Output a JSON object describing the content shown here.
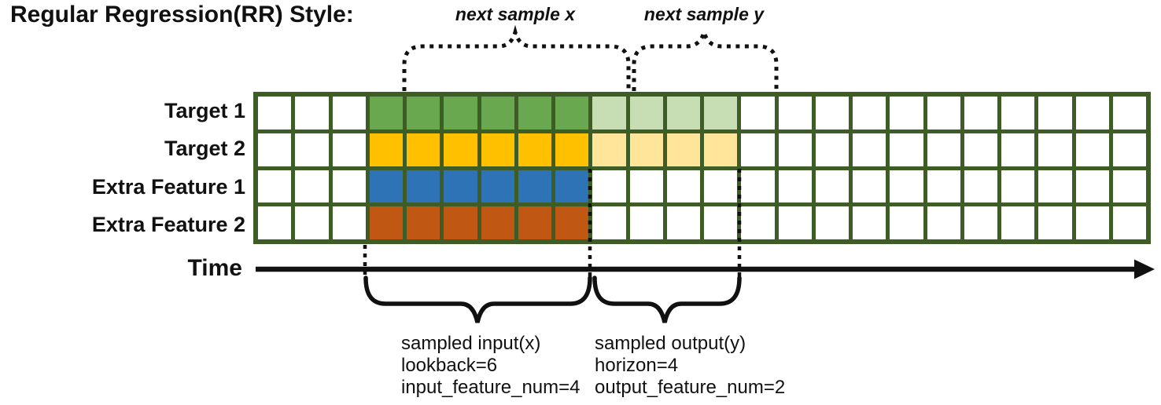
{
  "title": "Regular Regression(RR) Style:",
  "rows": [
    {
      "label": "Target 1",
      "color": "#6aa84f",
      "light_color": "#c7deb5"
    },
    {
      "label": "Target 2",
      "color": "#ffc000",
      "light_color": "#ffe59a"
    },
    {
      "label": "Extra Feature 1",
      "color": "#2e73b5",
      "light_color": null
    },
    {
      "label": "Extra Feature 2",
      "color": "#c05814",
      "light_color": null
    }
  ],
  "grid": {
    "columns": 24,
    "lead_cols": 3,
    "input_cols": 6,
    "output_cols": 4,
    "border_color": "#3d5c26",
    "empty_cell_color": "#ffffff"
  },
  "time_axis": {
    "label": "Time"
  },
  "top_annotations": {
    "next_sample_x": "next sample x",
    "next_sample_y": "next sample y"
  },
  "bottom_annotations": {
    "input": {
      "lines": [
        "sampled input(x)",
        "lookback=6",
        "input_feature_num=4"
      ]
    },
    "output": {
      "lines": [
        "sampled output(y)",
        "horizon=4",
        "output_feature_num=2"
      ]
    }
  }
}
